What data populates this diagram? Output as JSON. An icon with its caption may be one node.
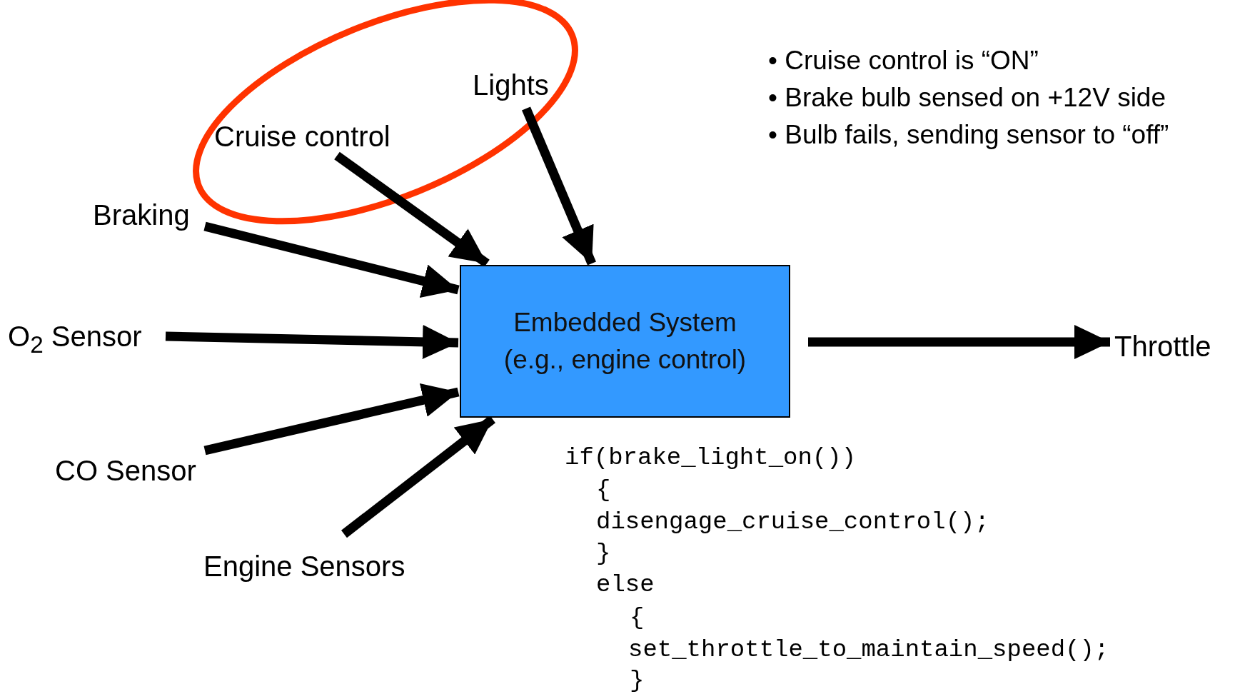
{
  "diagram": {
    "nodes": [
      {
        "text": [
          "Lights"
        ]
      },
      {
        "text": [
          "Cruise control"
        ]
      },
      {
        "text": [
          "Braking"
        ]
      },
      {
        "text": [
          "O$_{2}$ Sensor"
        ]
      },
      {
        "text": [
          "Embedded System (e.g., engine control)"
        ]
      },
      {
        "text": [
          "CO Sensor"
        ]
      },
      {
        "text": [
          "Engine Sensors"
        ]
      },
      {
        "text": [
          "Throttle"
        ]
      }
    ],
    "edges": [
      {
        "from": 1,
        "to": 4,
        "arrow": "to"
      },
      {
        "from": 0,
        "to": 4,
        "arrow": "to"
      },
      {
        "from": 2,
        "to": 4,
        "arrow": "to"
      },
      {
        "from": 3,
        "to": 4,
        "arrow": "to"
      },
      {
        "from": 5,
        "to": 4,
        "arrow": "to"
      },
      {
        "from": 6,
        "to": 4,
        "arrow": "to"
      },
      {
        "from": 4,
        "to": 7,
        "arrow": "to"
      }
    ],
    "labels": [
      "• Cruise control is “ON”",
      "• Brake bulb sensed on +12V side",
      "• Bulb fails, sending sensor to “off”",
      "if(brake_light_on())",
      "{",
      "disengage_cruise_control();",
      "}",
      "else",
      "{",
      "set_throttle_to_maintain_speed();",
      "}"
    ]
  }
}
